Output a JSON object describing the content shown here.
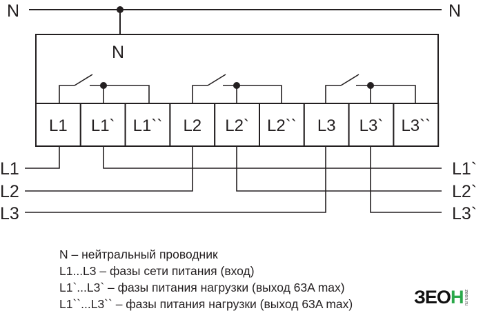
{
  "top_line": {
    "left_label": "N",
    "right_label": "N",
    "branch_label": "N"
  },
  "terminals": [
    "L1",
    "L1`",
    "L1``",
    "L2",
    "L2`",
    "L2``",
    "L3",
    "L3`",
    "L3``"
  ],
  "left_labels": [
    "L1",
    "L2",
    "L3"
  ],
  "right_labels": [
    "L1`",
    "L2`",
    "L3`"
  ],
  "legend": [
    "N – нейтральный проводник",
    "L1...L3 – фазы сети питания (вход)",
    "L1`...L3` – фазы питания нагрузки (выход 63A max)",
    "L1``...L3`` – фазы питания нагрузки (выход 63A max)"
  ],
  "logo": {
    "brand_a": "ЗЕО",
    "brand_b": "Н",
    "tagline": "zeon.ru"
  },
  "colors": {
    "ink": "#231f20",
    "logo_accent": "#2aa84a"
  }
}
